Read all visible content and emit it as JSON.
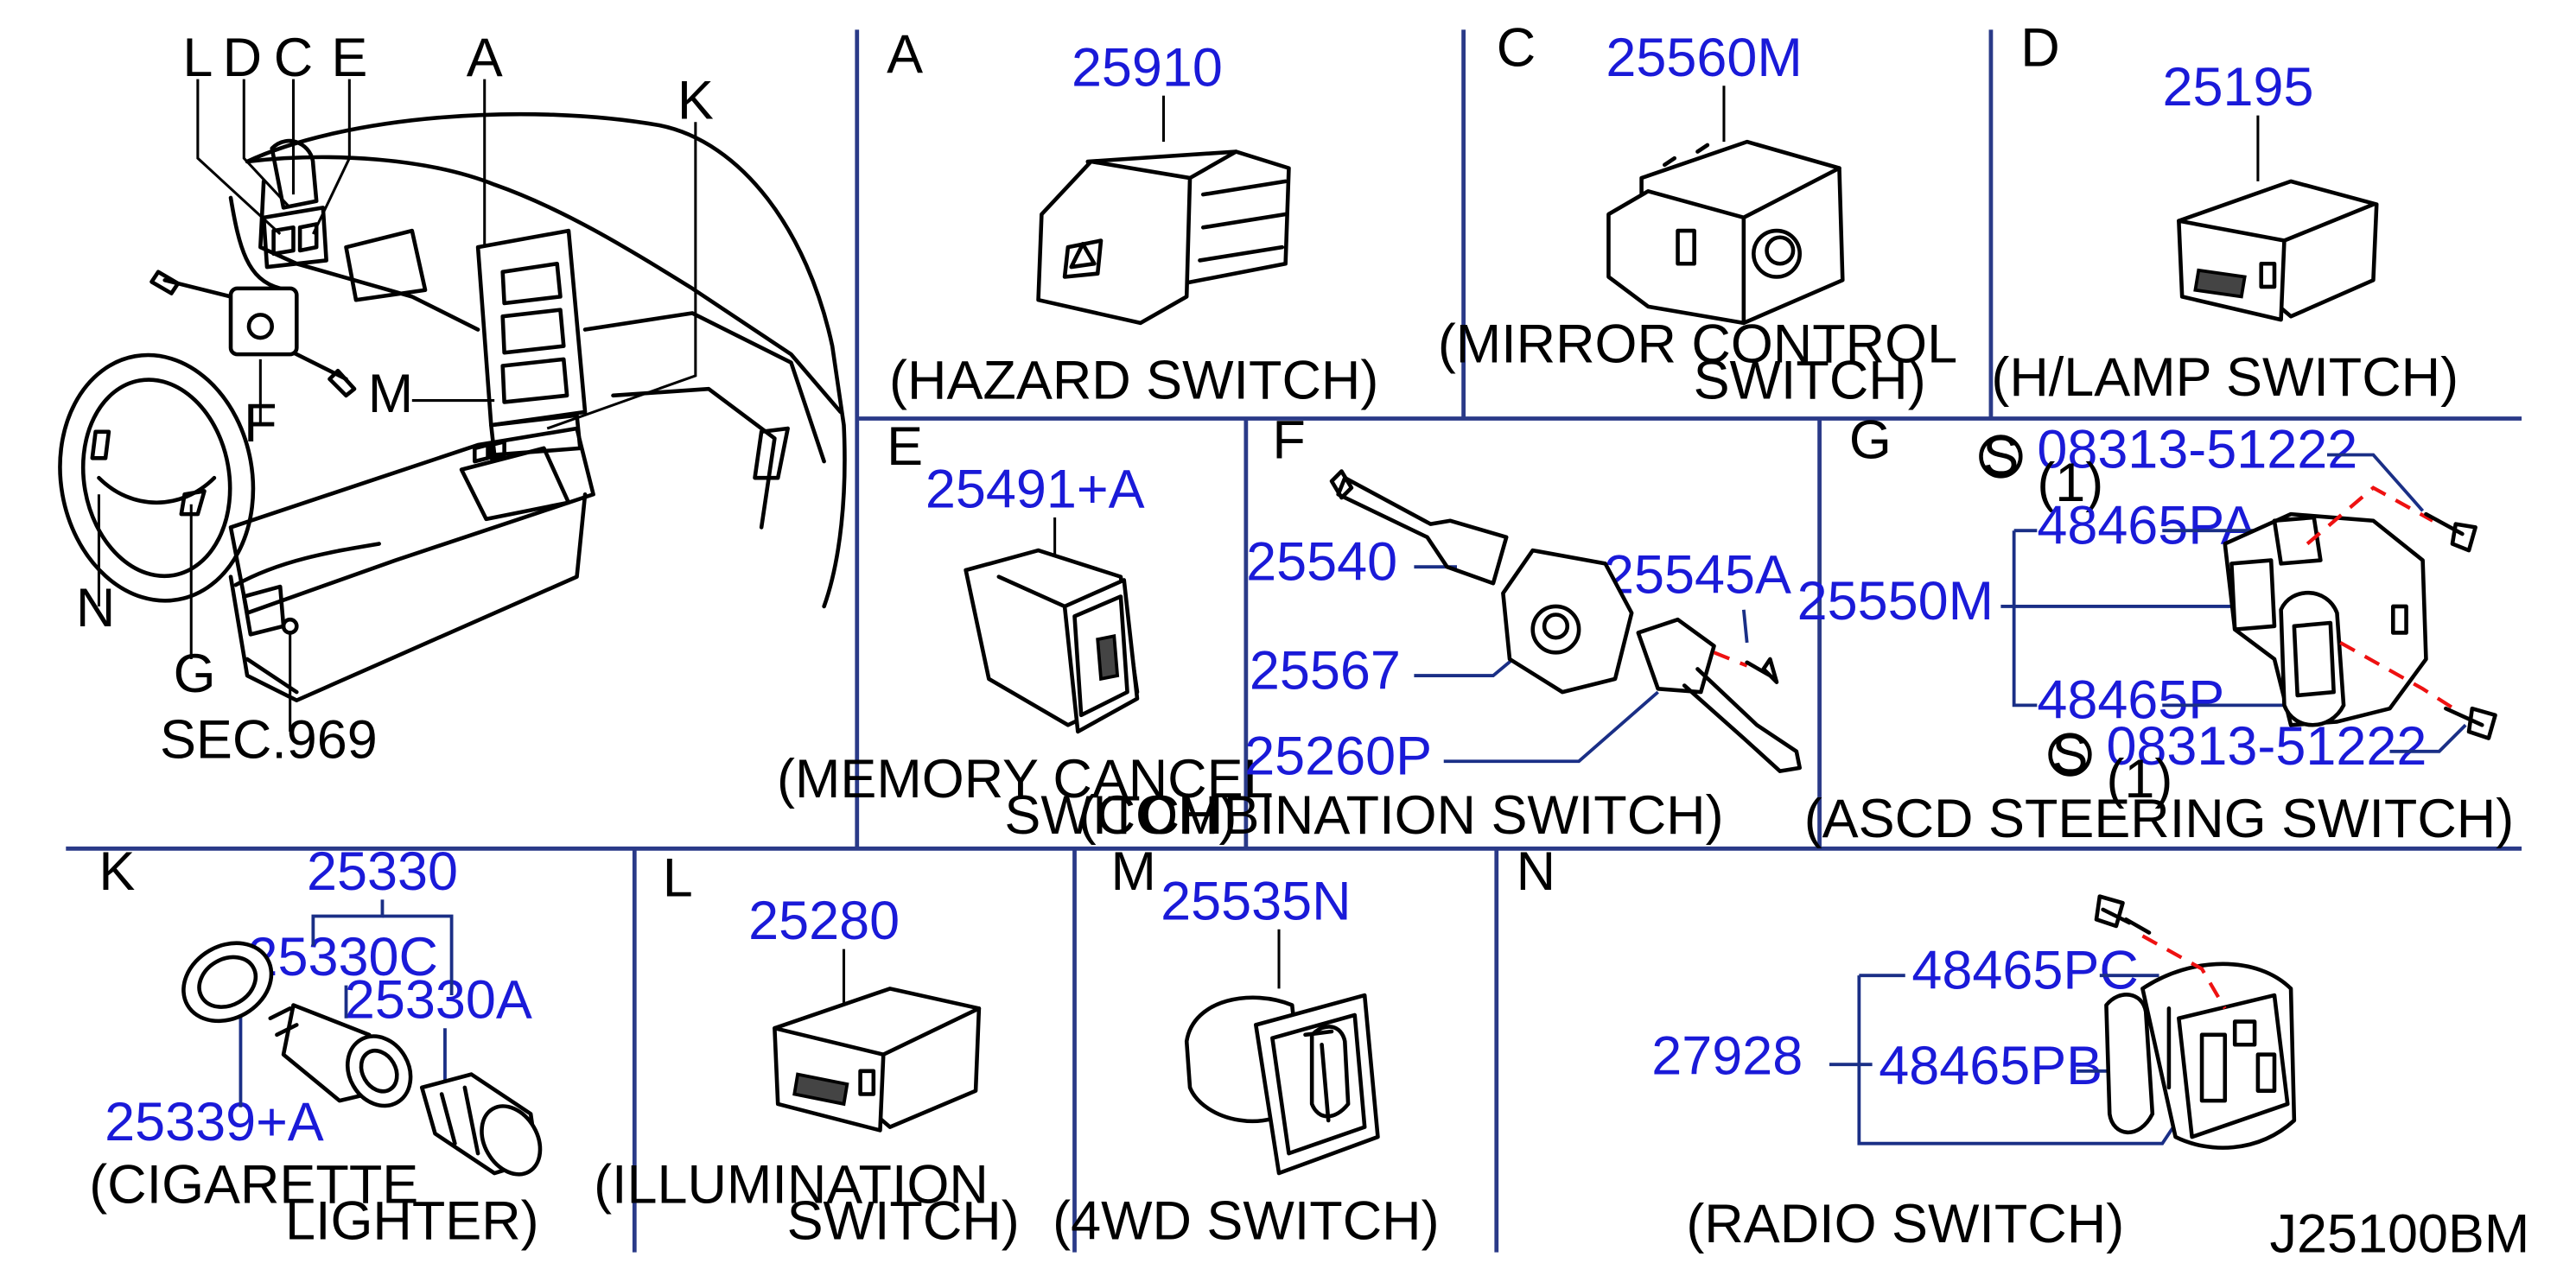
{
  "diagram_code": "J25100BM",
  "overview": {
    "letters": [
      "L",
      "D",
      "C",
      "E",
      "A",
      "K",
      "F",
      "M",
      "N",
      "G"
    ],
    "section_ref": "SEC.969"
  },
  "panels": {
    "A": {
      "letter": "A",
      "parts": [
        "25910"
      ],
      "caption": [
        "(HAZARD       SWITCH)"
      ]
    },
    "C": {
      "letter": "C",
      "parts": [
        "25560M"
      ],
      "caption": [
        "(MIRROR   CONTROL",
        "SWITCH)"
      ]
    },
    "D": {
      "letter": "D",
      "parts": [
        "25195"
      ],
      "caption": [
        "(H/LAMP   SWITCH)"
      ]
    },
    "E": {
      "letter": "E",
      "parts": [
        "25491+A"
      ],
      "caption": [
        "(MEMORY   CANCEL",
        "SWITCH)"
      ]
    },
    "F": {
      "letter": "F",
      "parts": [
        "25540",
        "25545A",
        "25567",
        "25260P"
      ],
      "caption": [
        "(COMBINATION          SWITCH)"
      ]
    },
    "G": {
      "letter": "G",
      "screw_symbol": "S",
      "screw_part": "08313-51222",
      "screw_qty": "(1)",
      "parts": [
        "48465PA",
        "25550M",
        "48465P"
      ],
      "caption": [
        "(ASCD   STEERING          SWITCH)"
      ]
    },
    "K": {
      "letter": "K",
      "parts": [
        "25330",
        "25330C",
        "25330A",
        "25339+A"
      ],
      "caption": [
        "(CIGARETTE",
        "LIGHTER)"
      ]
    },
    "L": {
      "letter": "L",
      "parts": [
        "25280"
      ],
      "caption": [
        "(ILLUMINATION",
        "SWITCH)"
      ]
    },
    "M": {
      "letter": "M",
      "parts": [
        "25535N"
      ],
      "caption": [
        "(4WD   SWITCH)"
      ]
    },
    "N": {
      "letter": "N",
      "parts": [
        "48465PC",
        "27928",
        "48465PB"
      ],
      "caption": [
        "(RADIO   SWITCH)"
      ]
    }
  }
}
